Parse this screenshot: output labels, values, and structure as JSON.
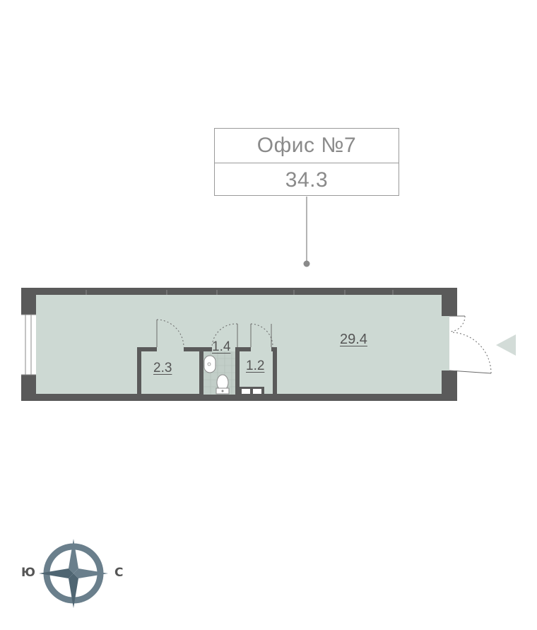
{
  "office": {
    "title": "Офис №7",
    "total_area": "34.3"
  },
  "rooms": {
    "main": "29.4",
    "storage": "2.3",
    "bathroom": "1.4",
    "utility": "1.2"
  },
  "compass": {
    "south": "Ю",
    "north": "С"
  },
  "colors": {
    "floor": "#cdd9d3",
    "wall": "#5a5a5a",
    "label_border": "#9a9a9a",
    "label_text": "#8a8a8a",
    "compass": "#6a7f8c",
    "entrance_marker": "#d3dcd8"
  },
  "icons": [
    "compass-rose-icon",
    "entrance-arrow-icon",
    "toilet-icon",
    "sink-icon"
  ]
}
